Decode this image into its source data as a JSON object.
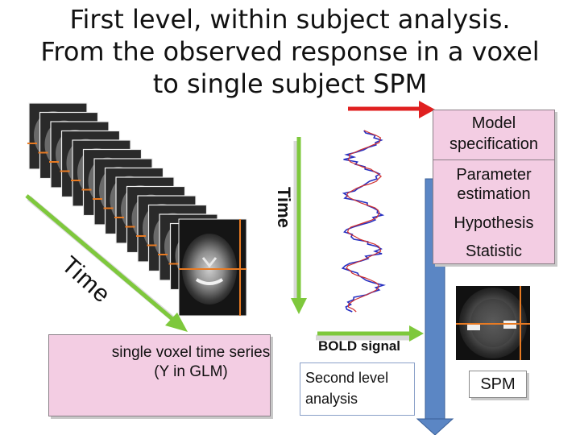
{
  "title": {
    "line1": "First level, within subject analysis.",
    "line2": "From the observed response in a voxel",
    "line3": "to single subject SPM"
  },
  "labels": {
    "model_spec": "Model specification",
    "param_est": "Parameter estimation",
    "hypothesis": "Hypothesis",
    "statistic": "Statistic",
    "time_vertical": "Time",
    "time_diagonal": "Time",
    "bold_signal": "BOLD signal",
    "second_level": "Second level analysis",
    "spm": "SPM",
    "voxel_box": "single voxel time series (Y in GLM)"
  },
  "colors": {
    "pink_box": "#f3cde3",
    "red_arrow": "#e02020",
    "green_arrow": "#7ec83c",
    "blue_arrow": "#4f7fc0",
    "orange_line": "#e87a22",
    "signal_line": "#2830c0"
  }
}
